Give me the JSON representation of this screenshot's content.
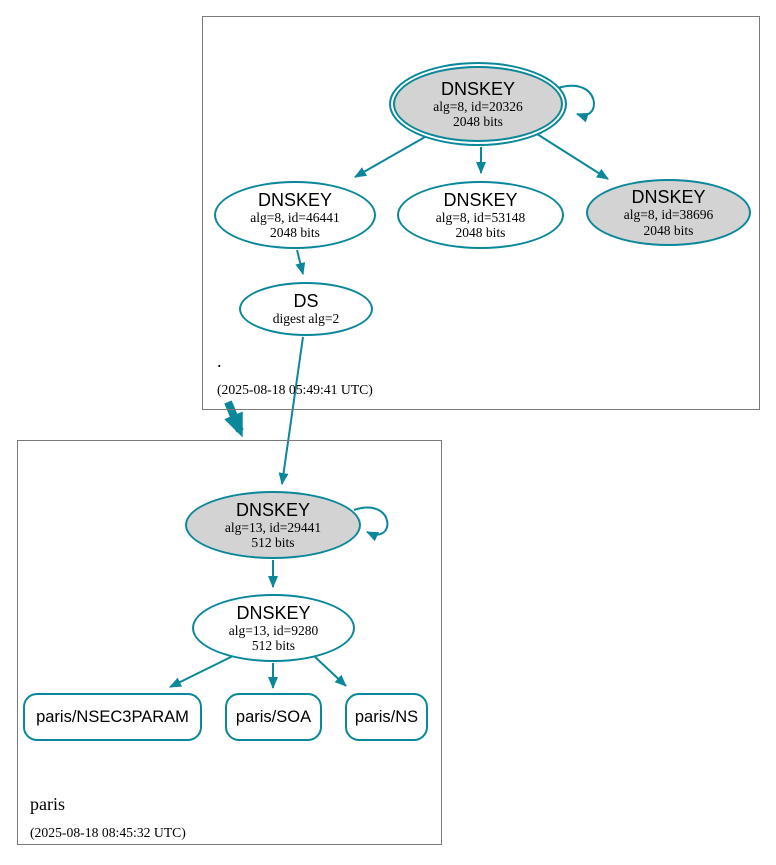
{
  "colors": {
    "edge": "#0a879a",
    "ksk_fill": "#d3d3d3",
    "node_fill": "#ffffff",
    "box_border": "#7a7a7a"
  },
  "zones": {
    "root": {
      "name": ".",
      "timestamp": "(2025-08-18 05:49:41 UTC)"
    },
    "paris": {
      "name": "paris",
      "timestamp": "(2025-08-18 08:45:32 UTC)"
    }
  },
  "nodes": {
    "root_ksk": {
      "title": "DNSKEY",
      "line1": "alg=8, id=20326",
      "line2": "2048 bits"
    },
    "root_key_46441": {
      "title": "DNSKEY",
      "line1": "alg=8, id=46441",
      "line2": "2048 bits"
    },
    "root_key_53148": {
      "title": "DNSKEY",
      "line1": "alg=8, id=53148",
      "line2": "2048 bits"
    },
    "root_key_38696": {
      "title": "DNSKEY",
      "line1": "alg=8, id=38696",
      "line2": "2048 bits"
    },
    "root_ds": {
      "title": "DS",
      "line1": "digest alg=2"
    },
    "paris_ksk": {
      "title": "DNSKEY",
      "line1": "alg=13, id=29441",
      "line2": "512 bits"
    },
    "paris_zsk": {
      "title": "DNSKEY",
      "line1": "alg=13, id=9280",
      "line2": "512 bits"
    },
    "rrset_nsec3param": {
      "label": "paris/NSEC3PARAM"
    },
    "rrset_soa": {
      "label": "paris/SOA"
    },
    "rrset_ns": {
      "label": "paris/NS"
    }
  }
}
